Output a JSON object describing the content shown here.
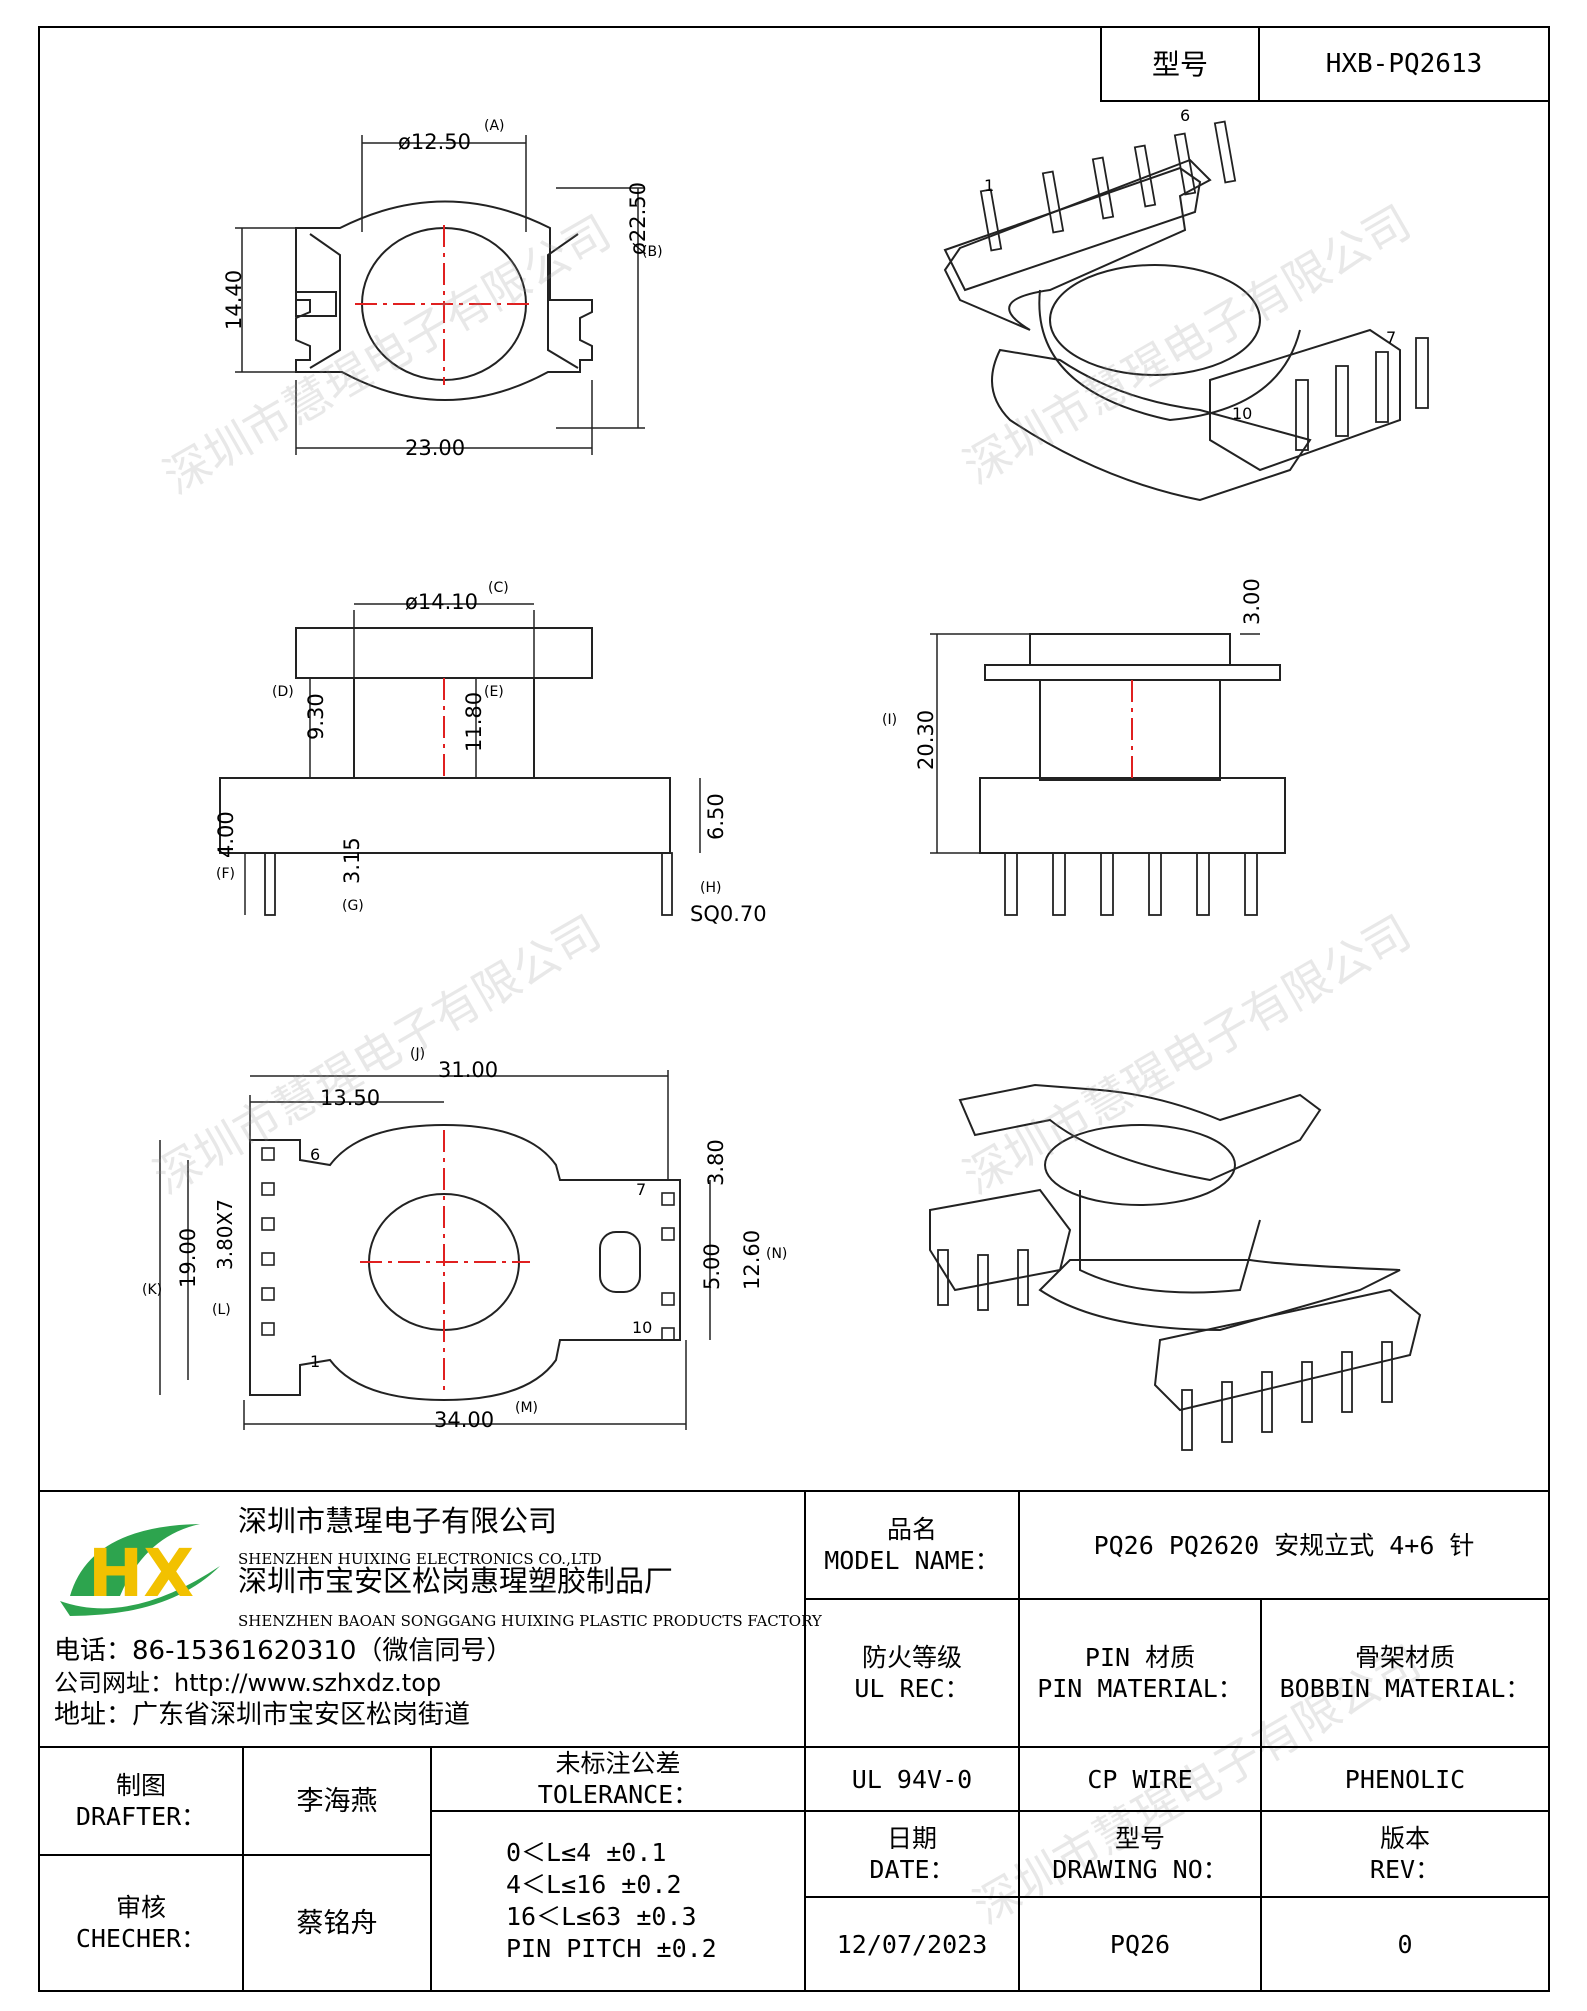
{
  "header": {
    "model_label": "型号",
    "model_value": "HXB-PQ2613"
  },
  "dims": {
    "top_dia_a": "ø12.50",
    "top_a": "(A)",
    "top_dia_b": "ø22.50",
    "top_b": "(B)",
    "top_h": "14.40",
    "top_w": "23.00",
    "side_dia_c": "ø14.10",
    "side_c": "(C)",
    "side_d": "(D)",
    "side_930": "9.30",
    "side_1180": "11.80",
    "side_e": "(E)",
    "side_650": "6.50",
    "side_400": "4.00",
    "side_f": "(F)",
    "side_315": "3.15",
    "side_g": "(G)",
    "side_h": "(H)",
    "side_sq": "SQ0.70",
    "right_300": "3.00",
    "right_i": "(I)",
    "right_2030": "20.30",
    "bot_j": "(J)",
    "bot_3100": "31.00",
    "bot_1350": "13.50",
    "bot_1900": "19.00",
    "bot_pitch": "3.80X7",
    "bot_l": "(L)",
    "bot_k": "(K)",
    "bot_380": "3.80",
    "bot_500": "5.00",
    "bot_1260": "12.60",
    "bot_n": "(N)",
    "bot_3400": "34.00",
    "bot_m": "(M)"
  },
  "pins": {
    "p1": "1",
    "p6": "6",
    "p7": "7",
    "p10": "10"
  },
  "watermark": "深圳市慧瑆电子有限公司",
  "company": {
    "logo": "HX",
    "name1": "深圳市慧瑆电子有限公司",
    "en1": "SHENZHEN HUIXING ELECTRONICS CO.,LTD",
    "name2": "深圳市宝安区松岗惠瑆塑胶制品厂",
    "en2": "SHENZHEN BAOAN SONGGANG HUIXING PLASTIC PRODUCTS FACTORY",
    "phone": "电话：86-15361620310（微信同号）",
    "web": "公司网址：http://www.szhxdz.top",
    "addr": "地址：广东省深圳市宝安区松岗街道"
  },
  "table": {
    "model_name_cn": "品名",
    "model_name_en": "MODEL NAME：",
    "model_name_val": "PQ26 PQ2620 安规立式 4+6 针",
    "fire_cn": "防火等级",
    "fire_en": "UL REC：",
    "pin_cn": "PIN 材质",
    "pin_en": "PIN MATERIAL：",
    "bobbin_cn": "骨架材质",
    "bobbin_en": "BOBBIN MATERIAL：",
    "fire_val": "UL 94V-0",
    "pin_val": "CP WIRE",
    "bobbin_val": "PHENOLIC",
    "drafter_cn": "制图",
    "drafter_en": "DRAFTER：",
    "drafter_val": "李海燕",
    "checker_cn": "审核",
    "checker_en": "CHECHER：",
    "checker_val": "蔡铭舟",
    "tol_cn": "未标注公差",
    "tol_en": "TOLERANCE：",
    "tol1": "0＜L≤4  ±0.1",
    "tol2": "4＜L≤16 ±0.2",
    "tol3": "16＜L≤63 ±0.3",
    "tol4": "PIN PITCH ±0.2",
    "date_cn": "日期",
    "date_en": "DATE：",
    "date_val": "12/07/2023",
    "dwg_cn": "型号",
    "dwg_en": "DRAWING NO：",
    "dwg_val": "PQ26",
    "rev_cn": "版本",
    "rev_en": "REV：",
    "rev_val": "0"
  }
}
